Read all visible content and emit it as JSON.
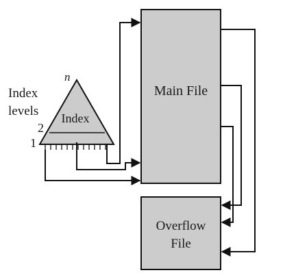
{
  "labels": {
    "index_levels_line1": "Index",
    "index_levels_line2": "levels",
    "level_n": "n",
    "level_2": "2",
    "level_1": "1",
    "index": "Index",
    "main_file": "Main File",
    "overflow_line1": "Overflow",
    "overflow_line2": "File"
  },
  "colors": {
    "fill": "#cccccc",
    "stroke": "#111111"
  }
}
